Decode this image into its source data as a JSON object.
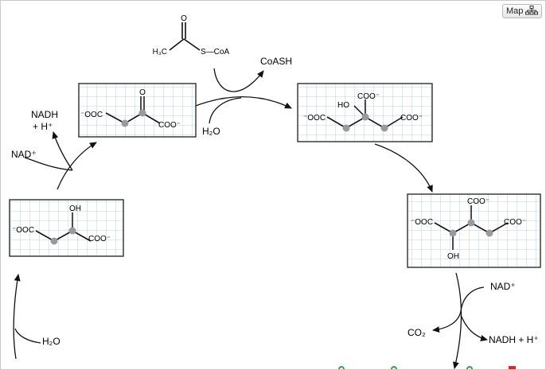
{
  "map_button": {
    "label": "Map",
    "icon": "sitemap-icon"
  },
  "reagents": {
    "acetyl_h3c": "H₃C",
    "acetyl_s_coa": "S—CoA",
    "acetyl_o": "O",
    "coash": "CoASH",
    "h2o_top": "H₂O",
    "nadh": "NADH",
    "h_plus": "+ H⁺",
    "nad_left": "NAD⁺",
    "h2o_bottom": "H₂O",
    "nad_right": "NAD⁺",
    "co2": "CO₂",
    "nadh_h_right": "NADH + H⁺"
  },
  "molecules": {
    "oxaloacetate": {
      "left": "⁻OOC",
      "right": "COO⁻",
      "top": "O"
    },
    "citrate": {
      "left": "⁻OOC",
      "right": "COO⁻",
      "top": "COO⁻",
      "ho": "HO"
    },
    "isocitrate": {
      "left": "⁻OOC",
      "right": "COO⁻",
      "top": "COO⁻",
      "oh": "OH"
    },
    "malate": {
      "left": "⁻OOC",
      "right": "COO⁻",
      "oh": "OH"
    }
  },
  "colors": {
    "carbon_green": "#2e9e3a",
    "grid_blue": "#a9c6e6",
    "node_gray": "#9a9a9a",
    "close_red": "#d02a2a"
  }
}
